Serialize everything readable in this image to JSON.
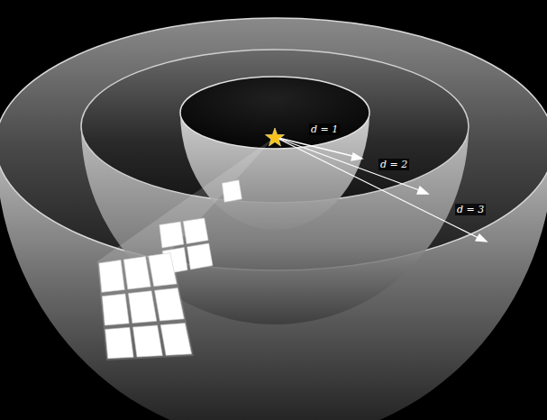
{
  "diagram": {
    "labels": [
      "d = 1",
      "d = 2",
      "d = 3"
    ]
  }
}
